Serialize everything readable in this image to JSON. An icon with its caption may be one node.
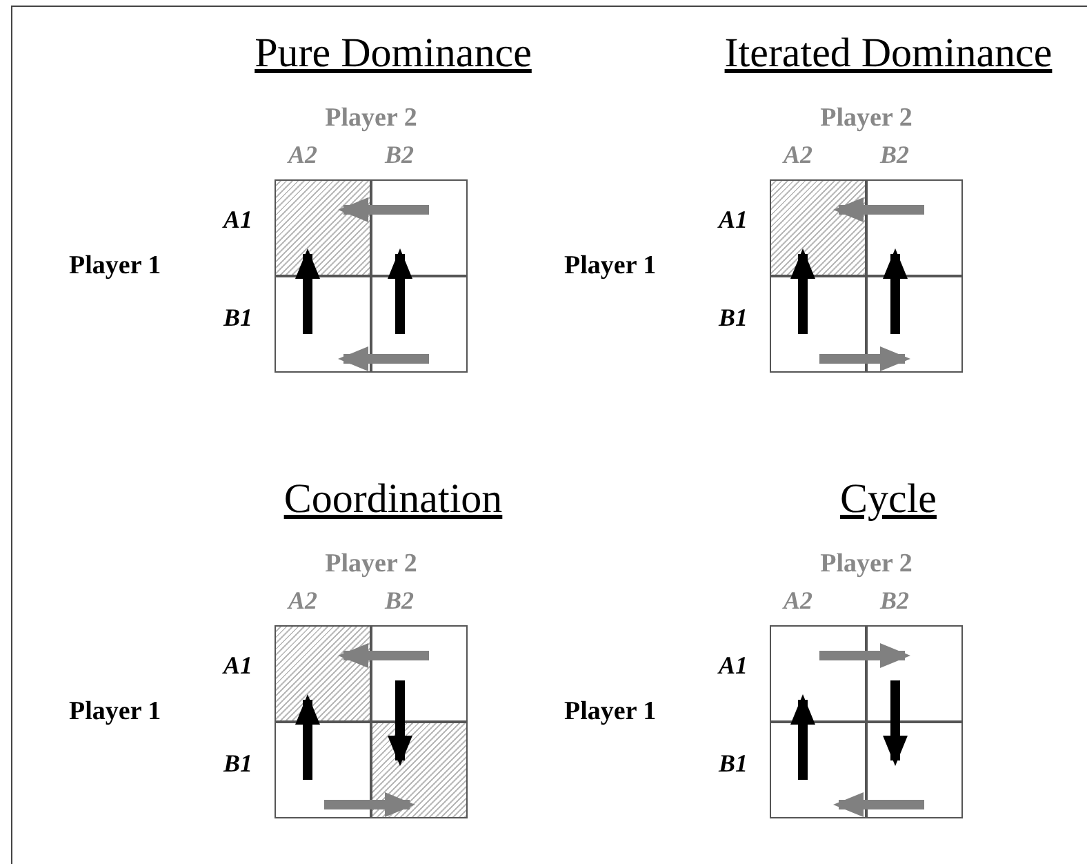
{
  "diagram": {
    "nodes": [
      {
        "text": [
          "Pure Dominance"
        ],
        "beside": [
          "Player 2",
          "A2",
          "B2",
          "A1",
          "Player 1",
          "B1"
        ]
      },
      {
        "text": [],
        "shape": "box",
        "in": 0
      },
      {
        "text": [],
        "shape": "box",
        "in": 0
      },
      {
        "text": [],
        "shape": "box",
        "in": 0
      },
      {
        "text": [],
        "shape": "box",
        "in": 0
      },
      {
        "text": [
          "Iterated Dominance"
        ],
        "beside": [
          "Player 2",
          "A2",
          "B2",
          "A1",
          "Player 1",
          "B1"
        ]
      },
      {
        "text": [],
        "shape": "box",
        "in": 5
      },
      {
        "text": [],
        "shape": "box",
        "in": 5
      },
      {
        "text": [],
        "shape": "box",
        "in": 5
      },
      {
        "text": [],
        "shape": "box",
        "in": 5
      },
      {
        "text": [
          "Coordination"
        ],
        "beside": [
          "Player 2",
          "A2",
          "B2",
          "A1",
          "Player 1",
          "B1"
        ]
      },
      {
        "text": [],
        "shape": "box",
        "in": 10
      },
      {
        "text": [],
        "shape": "box",
        "in": 10
      },
      {
        "text": [],
        "shape": "box",
        "in": 10
      },
      {
        "text": [],
        "shape": "box",
        "in": 10
      },
      {
        "text": [
          "Cycle"
        ],
        "beside": [
          "Player 2",
          "A2",
          "B2",
          "A1",
          "Player 1",
          "B1"
        ]
      },
      {
        "text": [],
        "shape": "box",
        "in": 15
      },
      {
        "text": [],
        "shape": "box",
        "in": 15
      },
      {
        "text": [],
        "shape": "box",
        "in": 15
      },
      {
        "text": [],
        "shape": "box",
        "in": 15
      }
    ],
    "edges": [
      {
        "from": 2,
        "to": 1,
        "arrow": "to",
        "color": "#808080"
      },
      {
        "from": 3,
        "to": 1,
        "arrow": "to",
        "color": "#000000"
      },
      {
        "from": 4,
        "to": 2,
        "arrow": "to",
        "color": "#000000"
      },
      {
        "from": 4,
        "to": 3,
        "arrow": "to",
        "color": "#808080"
      },
      {
        "from": 7,
        "to": 6,
        "arrow": "to",
        "color": "#808080"
      },
      {
        "from": 8,
        "to": 6,
        "arrow": "to",
        "color": "#000000"
      },
      {
        "from": 9,
        "to": 7,
        "arrow": "to",
        "color": "#000000"
      },
      {
        "from": 8,
        "to": 9,
        "arrow": "to",
        "color": "#808080"
      },
      {
        "from": 12,
        "to": 11,
        "arrow": "to",
        "color": "#808080"
      },
      {
        "from": 13,
        "to": 11,
        "arrow": "to",
        "color": "#000000"
      },
      {
        "from": 12,
        "to": 14,
        "arrow": "to",
        "color": "#000000"
      },
      {
        "from": 13,
        "to": 14,
        "arrow": "to",
        "color": "#808080"
      },
      {
        "from": 16,
        "to": 17,
        "arrow": "to",
        "color": "#808080"
      },
      {
        "from": 17,
        "to": 19,
        "arrow": "to",
        "color": "#000000"
      },
      {
        "from": 19,
        "to": 18,
        "arrow": "to",
        "color": "#808080"
      },
      {
        "from": 18,
        "to": 16,
        "arrow": "to",
        "color": "#000000"
      }
    ]
  }
}
